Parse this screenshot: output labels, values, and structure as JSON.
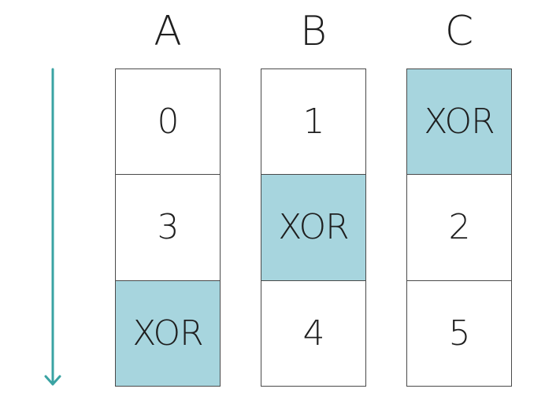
{
  "colors": {
    "xor_fill": "#a7d5de",
    "arrow": "#3aa3a3",
    "border": "#4a4a4a"
  },
  "arrow": {
    "direction": "down",
    "icon": "arrow-down-icon"
  },
  "columns": [
    {
      "header": "A",
      "cells": [
        {
          "text": "0",
          "highlight": false
        },
        {
          "text": "3",
          "highlight": false
        },
        {
          "text": "XOR",
          "highlight": true
        }
      ]
    },
    {
      "header": "B",
      "cells": [
        {
          "text": "1",
          "highlight": false
        },
        {
          "text": "XOR",
          "highlight": true
        },
        {
          "text": "4",
          "highlight": false
        }
      ]
    },
    {
      "header": "C",
      "cells": [
        {
          "text": "XOR",
          "highlight": true
        },
        {
          "text": "2",
          "highlight": false
        },
        {
          "text": "5",
          "highlight": false
        }
      ]
    }
  ]
}
